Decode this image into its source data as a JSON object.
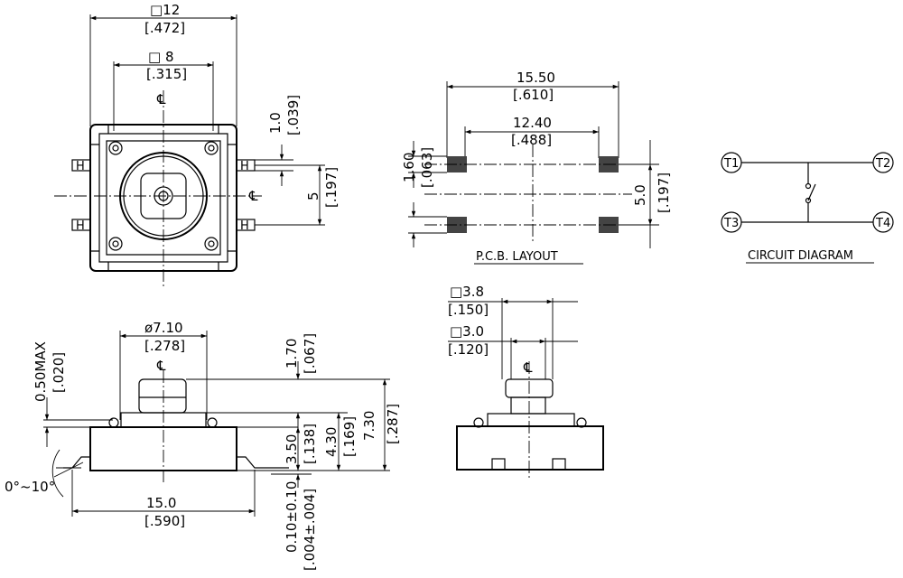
{
  "colors": {
    "line": "#000000",
    "background": "#ffffff",
    "pad_fill": "#444444"
  },
  "top_view": {
    "width_mm": "□12",
    "width_in": "[.472]",
    "actuator_mm": "□ 8",
    "actuator_in": "[.315]",
    "centerline": "℄",
    "lead_width_mm": "1.0",
    "lead_width_in": "[.039]",
    "lead_pitch_mm": "5",
    "lead_pitch_in": "[.197]",
    "lead_marker": "H"
  },
  "pcb_layout": {
    "title": "P.C.B.  LAYOUT",
    "outer_mm": "15.50",
    "outer_in": "[.610]",
    "inner_mm": "12.40",
    "inner_in": "[.488]",
    "pad_mm": "1.60",
    "pad_in": "[.063]",
    "pitch_mm": "5.0",
    "pitch_in": "[.197]"
  },
  "circuit": {
    "title": "CIRCUIT  DIAGRAM",
    "terminals": [
      "T1",
      "T2",
      "T3",
      "T4"
    ]
  },
  "side_view": {
    "diameter_mm": "ø7.10",
    "diameter_in": "[.278]",
    "standoff_mm": "0.50MAX",
    "standoff_in": "[.020]",
    "cap_mm": "1.70",
    "cap_in": "[.067]",
    "total_mm": "7.30",
    "total_in": "[.287]",
    "stem_mm": "4.30",
    "stem_in": "[.169]",
    "body_mm": "3.50",
    "body_in": "[.138]",
    "tol_mm": "0.10±0.10",
    "tol_in": "[.004±.004]",
    "angle": "0°~10°",
    "length_mm": "15.0",
    "length_in": "[.590]",
    "centerline": "℄"
  },
  "front_view": {
    "stem_outer_mm": "□3.8",
    "stem_outer_in": "[.150]",
    "stem_inner_mm": "□3.0",
    "stem_inner_in": "[.120]",
    "centerline": "℄"
  }
}
